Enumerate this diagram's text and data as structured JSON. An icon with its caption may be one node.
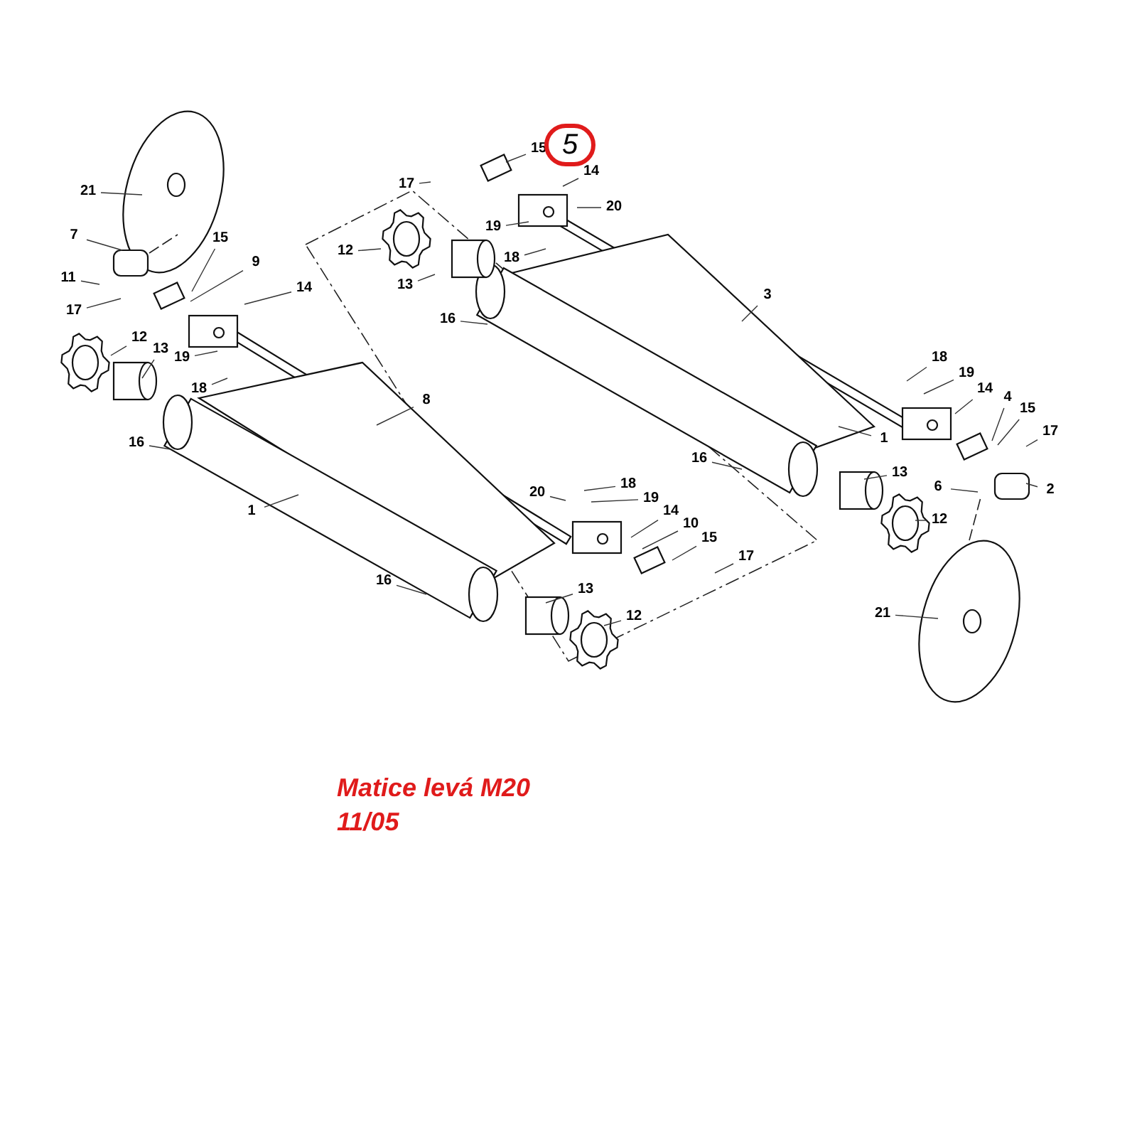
{
  "diagram": {
    "nodes": [
      {
        "text": [
          "21"
        ]
      },
      {
        "text": [
          "7"
        ]
      },
      {
        "text": [
          "15"
        ]
      },
      {
        "text": [
          "11"
        ]
      },
      {
        "text": [
          "9"
        ]
      },
      {
        "text": [
          "17"
        ]
      },
      {
        "text": [
          "14"
        ]
      },
      {
        "text": [
          "12"
        ]
      },
      {
        "text": [
          "13"
        ]
      },
      {
        "text": [
          "19"
        ]
      },
      {
        "text": [
          "18"
        ]
      },
      {
        "text": [
          "8"
        ]
      },
      {
        "text": [
          "16"
        ]
      },
      {
        "text": [
          "1"
        ]
      },
      {
        "text": [
          "17"
        ]
      },
      {
        "text": [
          "15"
        ]
      },
      {
        "text": [
          "5"
        ]
      },
      {
        "text": [
          "14"
        ]
      },
      {
        "text": [
          "20"
        ]
      },
      {
        "text": [
          "12"
        ]
      },
      {
        "text": [
          "19"
        ]
      },
      {
        "text": [
          "18"
        ]
      },
      {
        "text": [
          "13"
        ]
      },
      {
        "text": [
          "16"
        ]
      },
      {
        "text": [
          "3"
        ]
      },
      {
        "text": [
          "18"
        ]
      },
      {
        "text": [
          "19"
        ]
      },
      {
        "text": [
          "14"
        ]
      },
      {
        "text": [
          "4"
        ]
      },
      {
        "text": [
          "15"
        ]
      },
      {
        "text": [
          "1"
        ]
      },
      {
        "text": [
          "17"
        ]
      },
      {
        "text": [
          "16"
        ]
      },
      {
        "text": [
          "13"
        ]
      },
      {
        "text": [
          "6"
        ]
      },
      {
        "text": [
          "2"
        ]
      },
      {
        "text": [
          "12"
        ]
      },
      {
        "text": [
          "20"
        ]
      },
      {
        "text": [
          "18"
        ]
      },
      {
        "text": [
          "19"
        ]
      },
      {
        "text": [
          "14"
        ]
      },
      {
        "text": [
          "10"
        ]
      },
      {
        "text": [
          "15"
        ]
      },
      {
        "text": [
          "17"
        ]
      },
      {
        "text": [
          "16"
        ]
      },
      {
        "text": [
          "13"
        ]
      },
      {
        "text": [
          "12"
        ]
      },
      {
        "text": [
          "21"
        ]
      }
    ],
    "edges": [
      {
        "from": 0,
        "to": null,
        "arrow": "none"
      },
      {
        "from": 1,
        "to": null,
        "arrow": "none"
      },
      {
        "from": 2,
        "to": null,
        "arrow": "none"
      },
      {
        "from": 3,
        "to": null,
        "arrow": "none"
      },
      {
        "from": 4,
        "to": null,
        "arrow": "none"
      },
      {
        "from": 5,
        "to": null,
        "arrow": "none"
      },
      {
        "from": 6,
        "to": null,
        "arrow": "none"
      },
      {
        "from": 7,
        "to": null,
        "arrow": "none"
      },
      {
        "from": 8,
        "to": null,
        "arrow": "none"
      },
      {
        "from": 9,
        "to": null,
        "arrow": "none"
      },
      {
        "from": 10,
        "to": null,
        "arrow": "none"
      },
      {
        "from": 11,
        "to": null,
        "arrow": "none"
      },
      {
        "from": 12,
        "to": null,
        "arrow": "none"
      },
      {
        "from": 13,
        "to": null,
        "arrow": "none"
      },
      {
        "from": 14,
        "to": null,
        "arrow": "none"
      },
      {
        "from": 15,
        "to": null,
        "arrow": "none"
      },
      {
        "from": 17,
        "to": null,
        "arrow": "none"
      },
      {
        "from": 18,
        "to": null,
        "arrow": "none"
      },
      {
        "from": 19,
        "to": null,
        "arrow": "none"
      },
      {
        "from": 20,
        "to": null,
        "arrow": "none"
      },
      {
        "from": 21,
        "to": null,
        "arrow": "none"
      },
      {
        "from": 22,
        "to": null,
        "arrow": "none"
      },
      {
        "from": 23,
        "to": null,
        "arrow": "none"
      },
      {
        "from": 24,
        "to": null,
        "arrow": "none"
      },
      {
        "from": 25,
        "to": null,
        "arrow": "none"
      },
      {
        "from": 26,
        "to": null,
        "arrow": "none"
      },
      {
        "from": 27,
        "to": null,
        "arrow": "none"
      },
      {
        "from": 28,
        "to": null,
        "arrow": "none"
      },
      {
        "from": 29,
        "to": null,
        "arrow": "none"
      },
      {
        "from": 30,
        "to": null,
        "arrow": "none"
      },
      {
        "from": 31,
        "to": null,
        "arrow": "none"
      },
      {
        "from": 32,
        "to": null,
        "arrow": "none"
      },
      {
        "from": 33,
        "to": null,
        "arrow": "none"
      },
      {
        "from": 34,
        "to": null,
        "arrow": "none"
      },
      {
        "from": 35,
        "to": null,
        "arrow": "none"
      },
      {
        "from": 36,
        "to": null,
        "arrow": "none"
      },
      {
        "from": 37,
        "to": null,
        "arrow": "none"
      },
      {
        "from": 38,
        "to": null,
        "arrow": "none"
      },
      {
        "from": 39,
        "to": null,
        "arrow": "none"
      },
      {
        "from": 40,
        "to": null,
        "arrow": "none"
      },
      {
        "from": 41,
        "to": null,
        "arrow": "none"
      },
      {
        "from": 42,
        "to": null,
        "arrow": "none"
      },
      {
        "from": 43,
        "to": null,
        "arrow": "none"
      },
      {
        "from": 44,
        "to": null,
        "arrow": "none"
      },
      {
        "from": 45,
        "to": null,
        "arrow": "none"
      },
      {
        "from": 46,
        "to": null,
        "arrow": "none"
      },
      {
        "from": 47,
        "to": null,
        "arrow": "none"
      }
    ],
    "labels": [
      "Matice levá M20",
      "11/05"
    ]
  }
}
